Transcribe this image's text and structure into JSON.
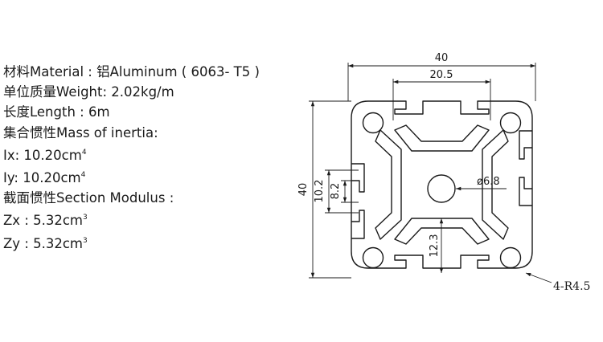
{
  "specs": {
    "material": "材料Material : 铝Aluminum ( 6063- T5 )",
    "weight": "单位质量Weight: 2.02kg/m",
    "length": "长度Length : 6m",
    "inertia_heading": "集合惯性Mass of  inertia:",
    "ix": {
      "label": "Ix: 10.20cm",
      "exp": "4"
    },
    "iy": {
      "label": "Iy: 10.20cm",
      "exp": "4"
    },
    "modulus_heading": "截面惯性Section Modulus :",
    "zx": {
      "label": "Zx : 5.32cm",
      "exp": "3"
    },
    "zy": {
      "label": "Zy : 5.32cm",
      "exp": "3"
    }
  },
  "dimensions": {
    "overall_width": "40",
    "slot_spacing": "20.5",
    "overall_height": "40",
    "slot_opening_outer": "10.2",
    "slot_opening_inner": "8.2",
    "core_hole": "ø6.8",
    "wall_offset": "12.3",
    "corner_radius": "4-R4.5"
  }
}
